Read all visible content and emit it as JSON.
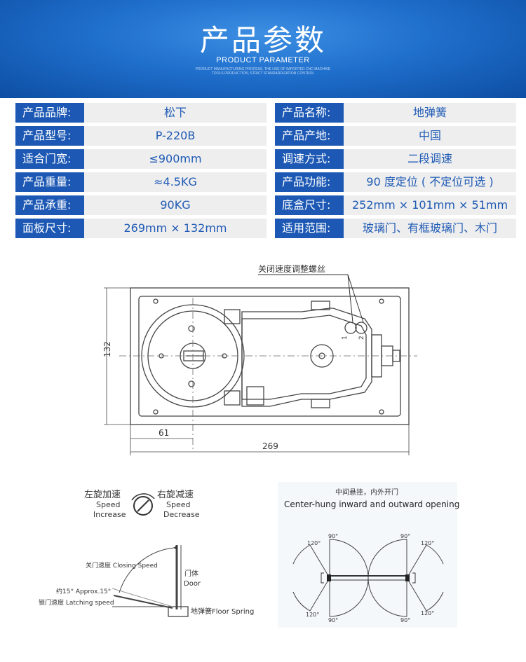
{
  "banner": {
    "title": "产品参数",
    "subtitle": "PRODUCT PARAMETER",
    "desc_line1": "PRODUCT MANUFACTURING PROCESS, THE USE OF IMPORTED CNC MACHINE",
    "desc_line2": "TOOLS PRODUCTION, STRICT STANDARDIZATION CONTROL"
  },
  "specs": [
    {
      "label": "产品品牌:",
      "value": "松下",
      "label2": "产品名称:",
      "value2": "地弹簧"
    },
    {
      "label": "产品型号:",
      "value": "P-220B",
      "label2": "产品产地:",
      "value2": "中国"
    },
    {
      "label": "适合门宽:",
      "value": "≤900mm",
      "label2": "调速方式:",
      "value2": "二段调速"
    },
    {
      "label": "产品重量:",
      "value": "≈4.5KG",
      "label2": "产品功能:",
      "value2": "90 度定位 ( 不定位可选 )"
    },
    {
      "label": "产品承重:",
      "value": "90KG",
      "label2": "底盒尺寸:",
      "value2": "252mm × 101mm × 51mm"
    },
    {
      "label": "面板尺寸:",
      "value": "269mm × 132mm",
      "label2": "适用范围:",
      "value2": "玻璃门、有框玻璃门、木门"
    }
  ],
  "drawing": {
    "screw_label": "关闭速度调整螺丝",
    "screw_1": "1",
    "screw_2": "2",
    "dim_height": "132",
    "dim_offset": "61",
    "dim_width": "269"
  },
  "speed": {
    "left_cn": "左旋加速",
    "left_en1": "Speed",
    "left_en2": "Increase",
    "right_cn": "右旋减速",
    "right_en1": "Speed",
    "right_en2": "Decrease"
  },
  "closing": {
    "closing_speed": "关门速度 Closing Speed",
    "approx": "约15°  Approx.15°",
    "latching": "锁门速度  Latching speed",
    "door_cn": "门体",
    "door_en": "Door",
    "floor_spring": "地弹簧Floor Spring"
  },
  "opening": {
    "title_cn": "中间悬挂，内外开门",
    "title_en": "Center-hung inward and outward opening",
    "a90": "90°",
    "a120": "120°"
  },
  "colors": {
    "banner_blue": "#1f6fcc",
    "label_blue": "#1d59b4",
    "value_text": "#1f5ab5",
    "value_bg": "#eeeeee"
  }
}
